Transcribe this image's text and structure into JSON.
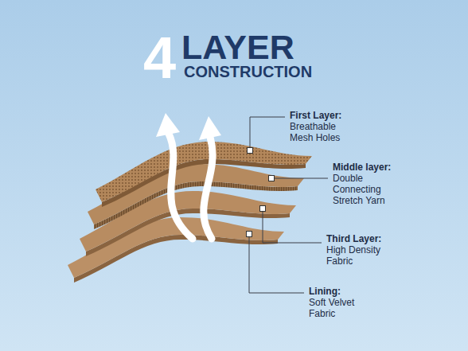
{
  "diagram": {
    "labels": [
      "4",
      "LAYER",
      "CONSTRUCTION",
      "First Layer:",
      "Breathable Mesh Holes",
      "Middle layer:",
      "Double Connecting Stretch Yarn",
      "Third Layer:",
      "High Density Fabric",
      "Lining:",
      "Soft Velvet Fabric"
    ]
  }
}
